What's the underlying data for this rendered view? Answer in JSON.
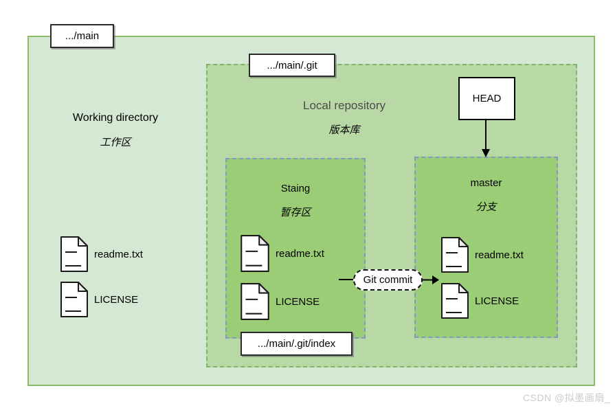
{
  "colors": {
    "working_dir_fill": "#d5e8d4",
    "working_dir_border": "#8cba6b",
    "repo_fill": "#b8d9a6",
    "repo_border_dashed": "#82b366",
    "stage_branch_fill": "#9acd76",
    "stage_branch_border_dashed": "#7f9cbf",
    "label_box_fill": "#ffffff",
    "label_box_border": "#2b2b2b",
    "repo_title_text": "#4c4c4c",
    "watermark_text": "#cbcbcb"
  },
  "working_directory": {
    "path_label": ".../main",
    "title": "Working directory",
    "subtitle": "工作区",
    "files": [
      "readme.txt",
      "LICENSE"
    ]
  },
  "local_repository": {
    "path_label": ".../main/.git",
    "title": "Local repository",
    "subtitle": "版本库",
    "head": {
      "label": "HEAD"
    },
    "commit": {
      "label": "Git commit"
    },
    "staging": {
      "title": "Staing",
      "subtitle": "暂存区",
      "index_path_label": ".../main/.git/index",
      "files": [
        "readme.txt",
        "LICENSE"
      ]
    },
    "branch": {
      "title": "master",
      "subtitle": "分支",
      "files": [
        "readme.txt",
        "LICENSE"
      ]
    }
  },
  "watermark": {
    "text": "CSDN @拟墨画扇_"
  }
}
